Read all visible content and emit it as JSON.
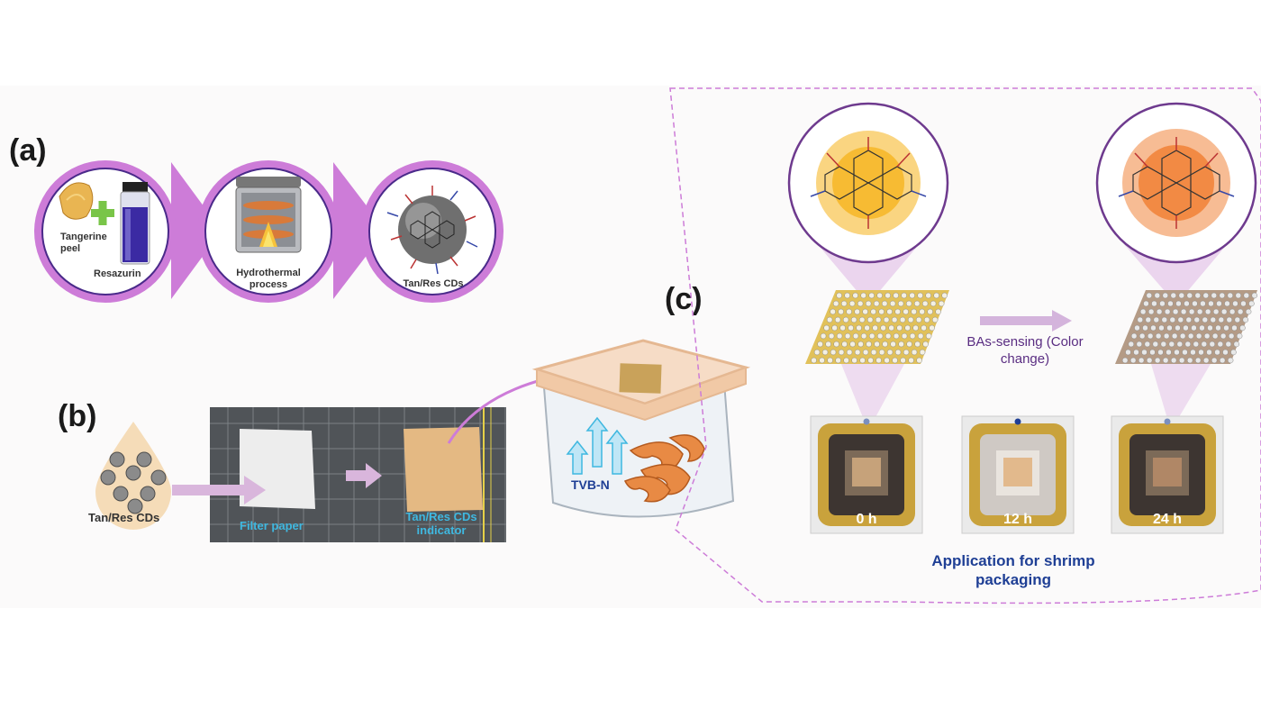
{
  "panels": {
    "a": "(a)",
    "b": "(b)",
    "c": "(c)"
  },
  "panel_a": {
    "ingredient_1": "Tangerine peel",
    "ingredient_2": "Resazurin",
    "step": "Hydrothermal process",
    "product": "Tan/Res CDs"
  },
  "panel_b": {
    "source": "Tan/Res CDs",
    "paper_label": "Filter paper",
    "indicator_label": "Tan/Res CDs indicator"
  },
  "panel_c": {
    "gas_label": "TVB-N",
    "sensing_label": "BAs-sensing (Color change)",
    "times": [
      "0 h",
      "12 h",
      "24 h"
    ],
    "application_label": "Application for shrimp packaging"
  },
  "colors": {
    "magenta": "#cd7cd8",
    "purple_text": "#5a2d82",
    "navy_text": "#1f3f95",
    "cyan_text": "#3fb8e0",
    "yellow_glow": "#f6b21a",
    "orange_glow": "#f07a2a",
    "gold_frame": "#c9a23c"
  },
  "icons": [
    "tangerine-peel-icon",
    "vial-icon",
    "plus-icon",
    "autoclave-icon",
    "carbon-dot-icon",
    "droplet-icon",
    "grid-mat-icon",
    "container-icon",
    "shrimp-icon",
    "molecule-icon",
    "sensor-array-icon",
    "arrow-icon"
  ]
}
